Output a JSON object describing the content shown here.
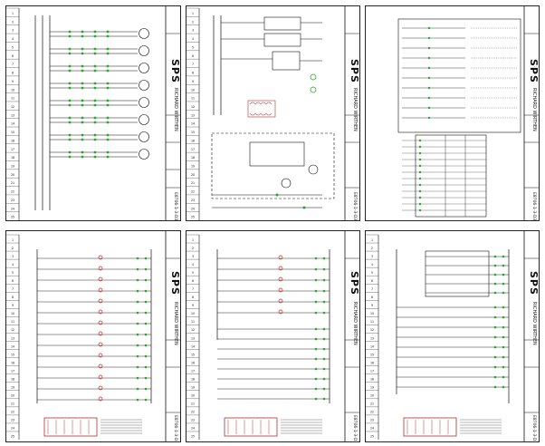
{
  "titleblock": {
    "brand": "SPS",
    "owner": "RICHARD WIRTHEN",
    "drawing_no": "E8706-1-3-D3"
  },
  "rows": [
    "1",
    "2",
    "3",
    "4",
    "5",
    "6",
    "7",
    "8",
    "9",
    "10",
    "11",
    "12",
    "13",
    "14",
    "15",
    "16",
    "17",
    "18",
    "19",
    "20",
    "21",
    "22",
    "23",
    "24",
    "25"
  ],
  "colors": {
    "line": "#111111",
    "wire_green": "#22aa22",
    "device_red": "#cc2222",
    "logo_red": "#b03030"
  },
  "sheets": [
    {
      "id": "sheet-1",
      "kind": "motor-feeders"
    },
    {
      "id": "sheet-2",
      "kind": "control-power"
    },
    {
      "id": "sheet-3",
      "kind": "plc-io"
    },
    {
      "id": "sheet-4",
      "kind": "outputs"
    },
    {
      "id": "sheet-5",
      "kind": "outputs-2"
    },
    {
      "id": "sheet-6",
      "kind": "inputs"
    }
  ]
}
